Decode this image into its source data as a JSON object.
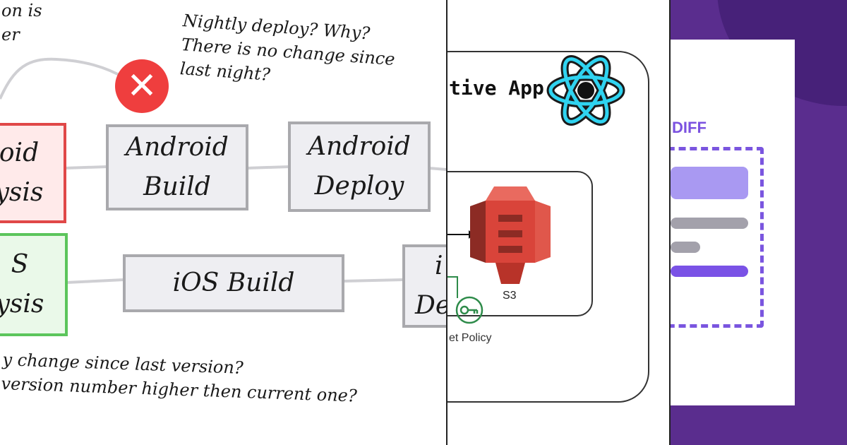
{
  "sketch": {
    "notes": {
      "top_left_line1": "on is",
      "top_left_line2": "er",
      "nightly_line1": "Nightly deploy? Why?",
      "nightly_line2": "There is no change since",
      "nightly_line3": "last night?",
      "bottom_line1": "y change since last version?",
      "bottom_line2": "version number higher then current one?"
    },
    "boxes": {
      "android_analysis": [
        "oid",
        "ysis"
      ],
      "android_build": [
        "Android",
        "Build"
      ],
      "android_deploy": [
        "Android",
        "Deploy"
      ],
      "ios_analysis": [
        "S",
        "ysis"
      ],
      "ios_build": [
        "iOS Build"
      ],
      "ios_deploy": [
        "i",
        "De"
      ]
    },
    "icons": {
      "x_badge": "x-circle-icon",
      "x_glyph": "✕"
    },
    "colors": {
      "red": "#e04848",
      "green": "#5cc55c",
      "badge": "#ef3e3e"
    }
  },
  "react": {
    "app_title": "tive App",
    "s3_label": "S3",
    "policy_label": "et Policy",
    "icons": {
      "logo": "react-logo-icon",
      "bucket": "s3-bucket-icon",
      "key": "key-icon"
    },
    "colors": {
      "react": "#2fd3f0",
      "s3": "#d9443a",
      "key": "#2e8b4a"
    }
  },
  "diff": {
    "title": "DIFF",
    "colors": {
      "background": "#6b3aa0",
      "accent": "#7b52e0",
      "bar_light": "#a999f2",
      "bar_gray": "#a3a1ab",
      "bar_dark": "#7a52e6"
    }
  }
}
